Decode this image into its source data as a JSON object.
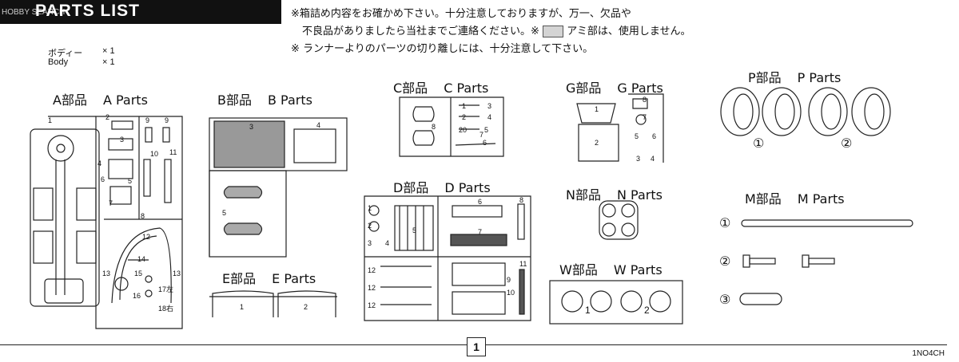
{
  "header": {
    "title": "PARTS LIST",
    "watermark": "HOBBY SEARCH"
  },
  "notes": {
    "line1": "※箱詰め内容をお確かめ下さい。十分注意しておりますが、万一、欠品や",
    "line2_a": "不良品がありましたら当社までご連絡ください。※",
    "line2_b": "アミ部は、使用しません。",
    "line3": "※ ランナーよりのパーツの切り離しには、十分注意して下さい。"
  },
  "body_parts": {
    "jp": "ボディー",
    "en": "Body",
    "qty_jp": "× 1",
    "qty_en": "× 1"
  },
  "groups": {
    "A": {
      "jp": "A部品",
      "en": "A Parts"
    },
    "B": {
      "jp": "B部品",
      "en": "B Parts"
    },
    "C": {
      "jp": "C部品",
      "en": "C Parts"
    },
    "D": {
      "jp": "D部品",
      "en": "D Parts"
    },
    "E": {
      "jp": "E部品",
      "en": "E Parts"
    },
    "G": {
      "jp": "G部品",
      "en": "G Parts"
    },
    "N": {
      "jp": "N部品",
      "en": "N Parts"
    },
    "P": {
      "jp": "P部品",
      "en": "P Parts"
    },
    "M": {
      "jp": "M部品",
      "en": "M Parts"
    },
    "W": {
      "jp": "W部品",
      "en": "W Parts"
    }
  },
  "callouts": {
    "one": "①",
    "two": "②",
    "three": "③"
  },
  "part_numbers": {
    "a": [
      "1",
      "2",
      "3",
      "4",
      "5",
      "6",
      "7",
      "8",
      "9",
      "9",
      "10",
      "11",
      "12",
      "13",
      "13",
      "14",
      "15",
      "16",
      "17左",
      "18右"
    ],
    "b": [
      "3",
      "4",
      "5"
    ],
    "c": [
      "1",
      "2",
      "3",
      "4",
      "5",
      "6",
      "7",
      "8",
      "20"
    ],
    "d": [
      "1",
      "2",
      "3",
      "4",
      "5",
      "6",
      "7",
      "8",
      "9",
      "10",
      "11",
      "12",
      "12",
      "12"
    ],
    "e": [
      "1",
      "2"
    ],
    "g": [
      "1",
      "2",
      "3",
      "4",
      "5",
      "6",
      "7",
      "8"
    ],
    "w": [
      "1",
      "2"
    ]
  },
  "footer": {
    "page": "1",
    "code": "1NO4CH"
  }
}
